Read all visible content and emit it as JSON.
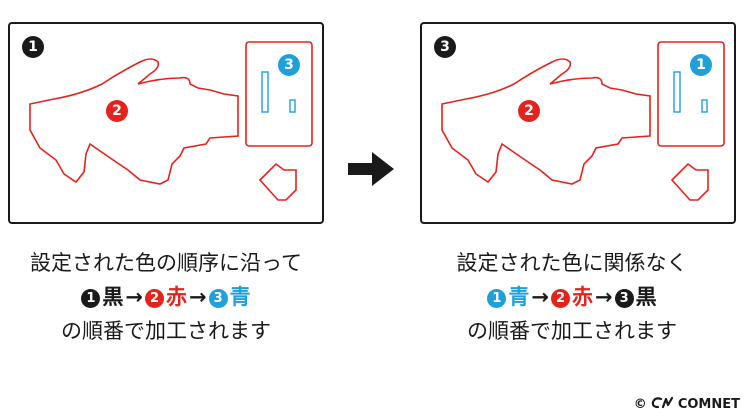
{
  "colors": {
    "black": "#1a1a1a",
    "red": "#e5231d",
    "blue": "#1fa0db"
  },
  "left_panel": {
    "order_badge": "1",
    "region_badge": "2",
    "box_badge": "3"
  },
  "right_panel": {
    "order_badge": "3",
    "region_badge": "2",
    "box_badge": "1"
  },
  "captions": {
    "left": {
      "line1": "設定された色の順序に沿って",
      "seq": [
        {
          "num": "1",
          "label": "黒",
          "color": "black"
        },
        {
          "num": "2",
          "label": "赤",
          "color": "red"
        },
        {
          "num": "3",
          "label": "青",
          "color": "blue"
        }
      ],
      "line3": "の順番で加工されます"
    },
    "right": {
      "line1": "設定された色に関係なく",
      "seq": [
        {
          "num": "1",
          "label": "青",
          "color": "blue"
        },
        {
          "num": "2",
          "label": "赤",
          "color": "red"
        },
        {
          "num": "3",
          "label": "黒",
          "color": "black"
        }
      ],
      "line3": "の順番で加工されます"
    },
    "arrow_glyph": "→"
  },
  "copyright": {
    "symbol": "©",
    "brand": "COMNET"
  }
}
